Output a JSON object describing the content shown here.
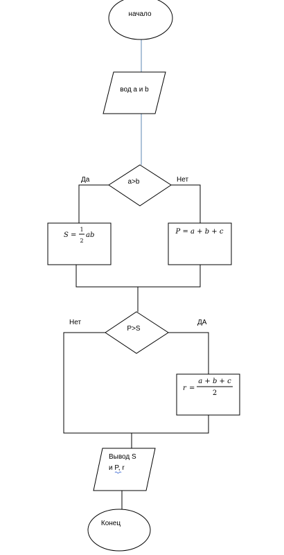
{
  "flowchart": {
    "start": {
      "label": "начало"
    },
    "input": {
      "label": "вод a и b"
    },
    "decision1": {
      "condition": "a>b",
      "yes_label": "Да",
      "no_label": "Нет"
    },
    "process_s": {
      "lhs": "S",
      "eq": "=",
      "frac_num": "1",
      "frac_den": "2",
      "rhs": "ab"
    },
    "process_p": {
      "formula": "P = a + b + c"
    },
    "decision2": {
      "condition": "P>S",
      "no_label": "Нет",
      "yes_label": "ДА"
    },
    "process_r": {
      "lhs": "r",
      "eq": "=",
      "frac_num": "a + b + c",
      "frac_den": "2"
    },
    "output": {
      "line1": "Вывод S",
      "line2_prefix": "и ",
      "line2_p": "P",
      "line2_sep": ", ",
      "line2_r": "r"
    },
    "end": {
      "label": "Конец"
    }
  },
  "colors": {
    "stroke": "#000000",
    "connector_top": "#5b84b1",
    "spellcheck": "#2f5fd0"
  }
}
